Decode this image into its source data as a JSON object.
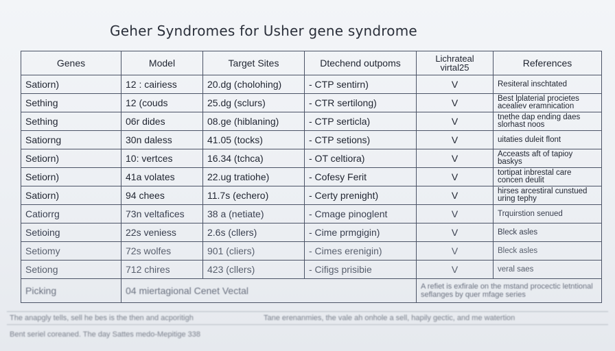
{
  "title": "Geher Syndromes for Usher gene syndrome",
  "headers": [
    "Genes",
    "Model",
    "Target Sites",
    "Dtechend outpoms",
    "Lichrateal virtal25",
    "References"
  ],
  "rows": [
    [
      "Satiorn)",
      "12 : cairiess",
      "20.dg (cholohing)",
      "- CTP sentirn)",
      "V",
      "Resiteral inschtated"
    ],
    [
      "Sething",
      "12 (couds",
      "25.dg (sclurs)",
      "- CTR sertilong)",
      "V",
      "Best lplaterial procietes acealiev eramnication"
    ],
    [
      "Sething",
      "06r dides",
      "08.ge (hiblaning)",
      "- CTP serticla)",
      "V",
      "tnethe dap ending daes slorhast noos"
    ],
    [
      "Satiorng",
      "30n daless",
      "41.05 (tocks)",
      "- CTP setions)",
      "V",
      "uitaties duleit flont"
    ],
    [
      "Setiorn)",
      "10: vertces",
      "16.34 (tchca)",
      "- OT celtiora)",
      "V",
      "Acceasts aft of tapioy baskys"
    ],
    [
      "Setiorn)",
      "41a volates",
      "22.ug tratiohe)",
      "- Cofesy Ferit",
      "V",
      "tortipat inbrestal care concen deulit"
    ],
    [
      "Satiorn)",
      "94 chees",
      "11.7s (echero)",
      "- Certy prenight)",
      "V",
      "hirses arcestiral cunstued uring tephy"
    ],
    [
      "Catiorrg",
      "73n veltafices",
      "38 a (netiate)",
      "- Cmage pinoglent",
      "V",
      "Trquirstion senued"
    ],
    [
      "Setioing",
      "22s veniess",
      "2.6s (cllers)",
      "- Cime prmgigin)",
      "V",
      "Bleck asles"
    ],
    [
      "Setiomy",
      "72s wolfes",
      "901 (cliers)",
      "- Cimes erenigin)",
      "V",
      "Bleck asles"
    ],
    [
      "Setiong",
      "712 chires",
      "423 (cllers)",
      "- Cifigs prisibie",
      "V",
      "veral saes"
    ]
  ],
  "last_row": {
    "gene": "Picking",
    "span": "04 miertagional Cenet Vectal",
    "note": "A refiet is exfirale on the mstand procectic letntional seflanges by quer mfage series"
  },
  "footer": {
    "left": "The anapgly tells, sell he bes is the then and acporitigh",
    "right": "Tane erenanmies, the vale ah onhole a sell, hapily gectic, and me watertion",
    "line2": "Bent seriel coreaned. The day Sattes medo-Mepitige 338"
  }
}
